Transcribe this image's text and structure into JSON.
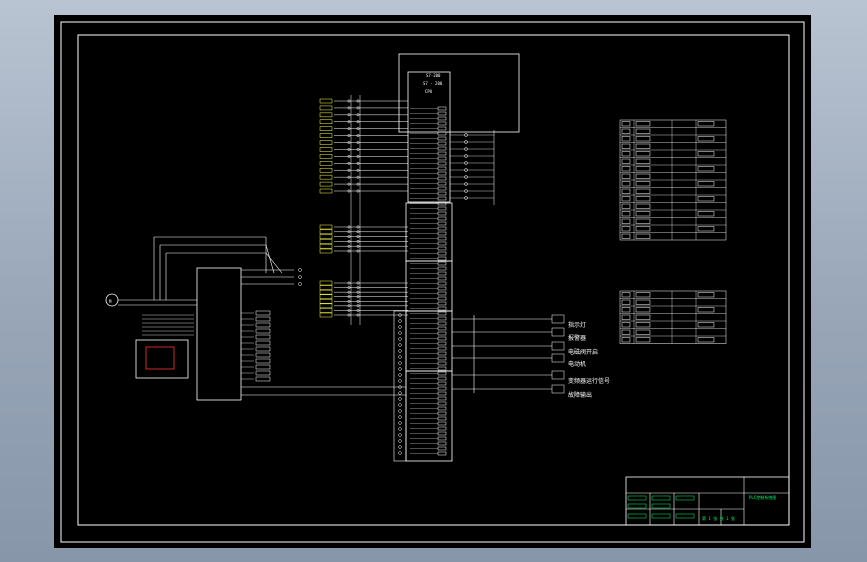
{
  "colors": {
    "background": "#000000",
    "wire": "#ffffff",
    "title_block": "#00ff66",
    "annotation": "#ffff44",
    "accent_red": "#ff3333",
    "chrome_top": "#b9c4d2",
    "chrome_bottom": "#8896aa"
  },
  "drawing": {
    "plc_header": "S7-200",
    "plc_sub": "CPU",
    "plc_model": "S7 - 200",
    "vfd_label": "",
    "motor_symbol": "M",
    "outputs": [
      {
        "label": "指示灯"
      },
      {
        "label": "报警器"
      },
      {
        "label": "电磁阀开启"
      },
      {
        "label": "电动机"
      },
      {
        "label": "变频器运行信号"
      },
      {
        "label": "故障输出"
      }
    ]
  },
  "tables": {
    "input_table_rows": 16,
    "output_table_rows": 7
  },
  "title_block": {
    "title": "PLC控制系统图",
    "sheet": "第 1 张  共 1 张"
  }
}
